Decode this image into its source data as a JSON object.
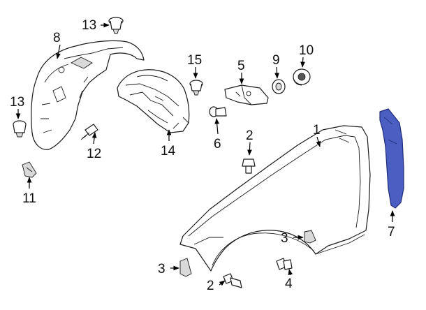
{
  "colors": {
    "highlight": "#4a5fc1",
    "highlight_stroke": "#1f2a78",
    "line": "#1a1a1a",
    "background": "#ffffff"
  },
  "callouts": [
    {
      "id": "c1",
      "text": "1"
    },
    {
      "id": "c2a",
      "text": "2"
    },
    {
      "id": "c2b",
      "text": "2"
    },
    {
      "id": "c3a",
      "text": "3"
    },
    {
      "id": "c3b",
      "text": "3"
    },
    {
      "id": "c4",
      "text": "4"
    },
    {
      "id": "c5",
      "text": "5"
    },
    {
      "id": "c6",
      "text": "6"
    },
    {
      "id": "c7",
      "text": "7"
    },
    {
      "id": "c8",
      "text": "8"
    },
    {
      "id": "c9",
      "text": "9"
    },
    {
      "id": "c10",
      "text": "10"
    },
    {
      "id": "c11",
      "text": "11"
    },
    {
      "id": "c12",
      "text": "12"
    },
    {
      "id": "c13a",
      "text": "13"
    },
    {
      "id": "c13b",
      "text": "13"
    },
    {
      "id": "c14",
      "text": "14"
    },
    {
      "id": "c15",
      "text": "15"
    }
  ]
}
